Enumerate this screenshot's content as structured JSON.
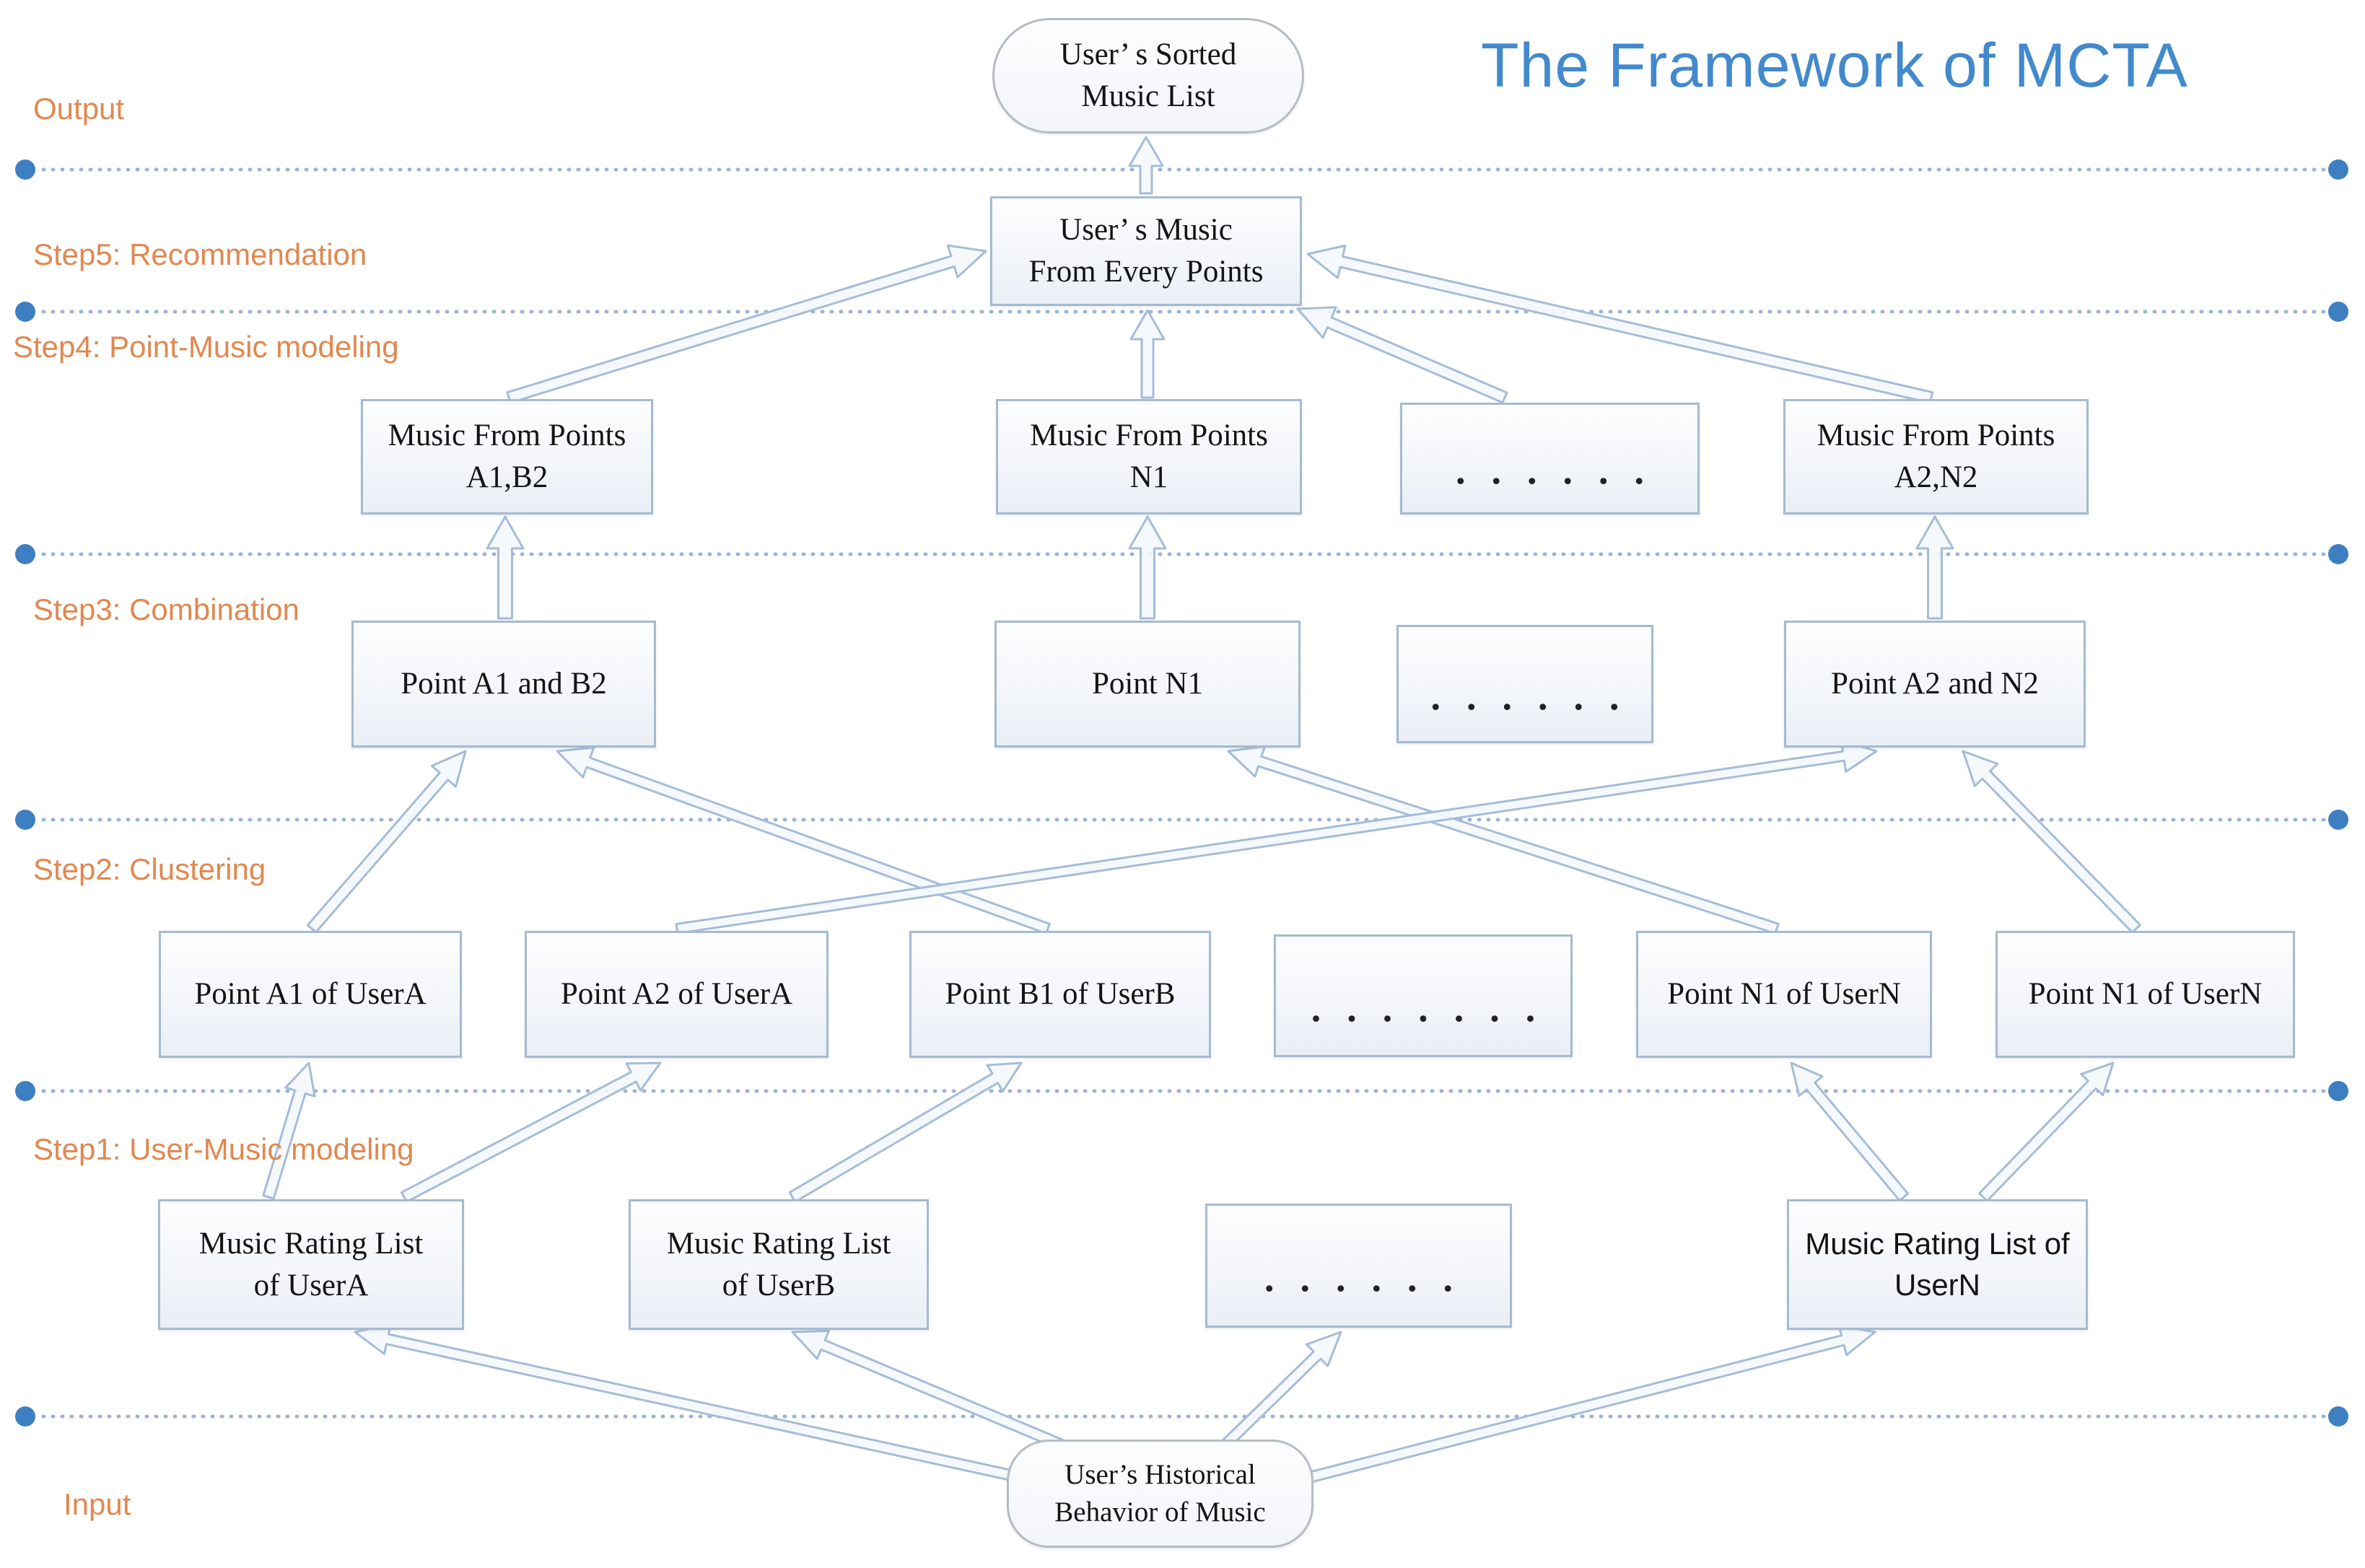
{
  "title": "The Framework of MCTA",
  "labels": {
    "output": "Output",
    "step5": "Step5: Recommendation",
    "step4": "Step4: Point-Music modeling",
    "step3": "Step3: Combination",
    "step2": "Step2: Clustering",
    "step1": "Step1: User-Music modeling",
    "input": "Input"
  },
  "nodes": {
    "pill_top": "User’ s Sorted\nMusic List",
    "step5_box": "User’ s Music\nFrom Every Points",
    "mfp_a1b2": "Music From Points\nA1,B2",
    "mfp_n1": "Music From Points\nN1",
    "mfp_dots": "......",
    "mfp_a2n2": "Music From Points\nA2,N2",
    "comb_a1b2": "Point A1 and B2",
    "comb_n1": "Point N1",
    "comb_dots": "......",
    "comb_a2n2": "Point A2 and N2",
    "pt_a1": "Point A1 of UserA",
    "pt_a2": "Point A2 of UserA",
    "pt_b1": "Point B1 of UserB",
    "pt_dots": ".......",
    "pt_n1_left": "Point N1 of UserN",
    "pt_n1_right": "Point N1 of UserN",
    "rt_a": "Music Rating List\nof UserA",
    "rt_b": "Music Rating List\nof UserB",
    "rt_dots": "......",
    "rt_n": "Music Rating List of\nUserN",
    "pill_bottom": "User’s Historical\nBehavior of Music"
  },
  "colors": {
    "title_blue": "#4289cd",
    "label_orange": "#e08850",
    "dotted_line_blue": "#9ab4d4",
    "end_dot_blue": "#3e7fc1",
    "box_border": "#a6bad0",
    "arrow_stroke": "#a6bcd8",
    "arrow_fill": "#f4f8fc"
  }
}
